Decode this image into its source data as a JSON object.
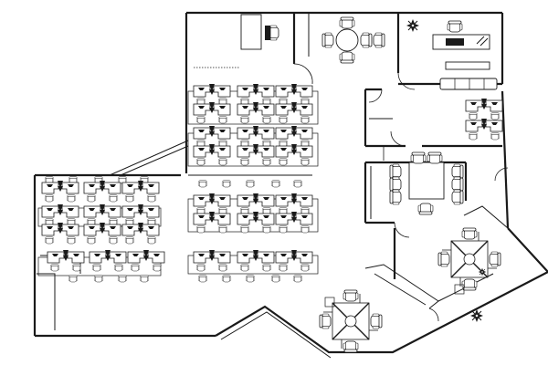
{
  "plan": {
    "kind": "office-floor-plan",
    "has_text": false,
    "line_color": "#1a1a1a",
    "background": "#ffffff"
  },
  "rooms": [
    {
      "id": "reception",
      "features": [
        "counter",
        "desk-chair"
      ]
    },
    {
      "id": "meeting-room-round",
      "features": [
        "round-table",
        "chairs"
      ],
      "chairs": 4
    },
    {
      "id": "manager-office",
      "features": [
        "desk",
        "sofa",
        "plant"
      ]
    },
    {
      "id": "open-workspace-center",
      "workstations": 40
    },
    {
      "id": "open-workspace-left",
      "workstations": 22
    },
    {
      "id": "small-office-right",
      "workstations": 4
    },
    {
      "id": "conference-room",
      "features": [
        "long-table"
      ],
      "chairs": 10
    },
    {
      "id": "cluster-east",
      "workstations": 4
    },
    {
      "id": "cluster-south",
      "workstations": 4
    }
  ],
  "plants": 3
}
